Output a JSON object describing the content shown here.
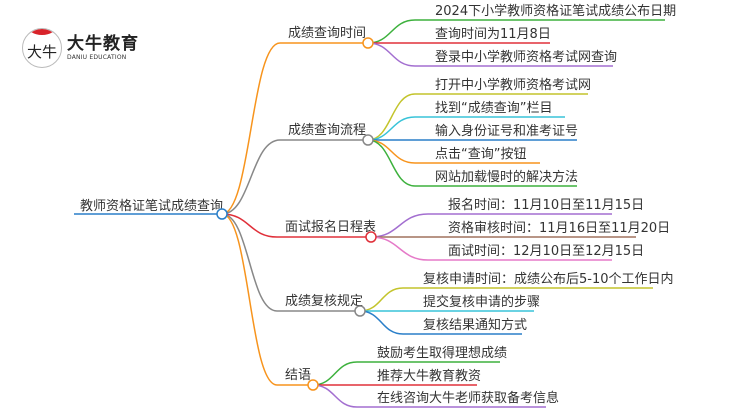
{
  "logo": {
    "mark": "大牛",
    "name_cn": "大牛教育",
    "name_en": "DANIU EDUCATION"
  },
  "root": {
    "label": "教师资格证笔试成绩查询",
    "color": "#2a7fc9"
  },
  "branches": [
    {
      "label": "成绩查询时间",
      "color": "#f7941d",
      "children": [
        {
          "label": "2024下小学教师资格证笔试成绩公布日期",
          "color": "#3db13d"
        },
        {
          "label": "查询时间为11月8日",
          "color": "#e0303a"
        },
        {
          "label": "登录中小学教师资格考试网查询",
          "color": "#a36fd0"
        }
      ]
    },
    {
      "label": "成绩查询流程",
      "color": "#888888",
      "children": [
        {
          "label": "打开中小学教师资格考试网",
          "color": "#c3c42c"
        },
        {
          "label": "找到“成绩查询”栏目",
          "color": "#38c3d8"
        },
        {
          "label": "输入身份证号和准考证号",
          "color": "#2a7fc9"
        },
        {
          "label": "点击“查询”按钮",
          "color": "#f7941d"
        },
        {
          "label": "网站加载慢时的解决方法",
          "color": "#3db13d"
        }
      ]
    },
    {
      "label": "面试报名日程表",
      "color": "#e0303a",
      "children": [
        {
          "label": "报名时间：11月10日至11月15日",
          "color": "#a36fd0"
        },
        {
          "label": "资格审核时间：11月16日至11月20日",
          "color": "#a0725e"
        },
        {
          "label": "面试时间：12月10日至12月15日",
          "color": "#e57ac8"
        }
      ]
    },
    {
      "label": "成绩复核规定",
      "color": "#888888",
      "children": [
        {
          "label": "复核申请时间：成绩公布后5-10个工作日内",
          "color": "#c3c42c"
        },
        {
          "label": "提交复核申请的步骤",
          "color": "#38c3d8"
        },
        {
          "label": "复核结果通知方式",
          "color": "#2a7fc9"
        }
      ]
    },
    {
      "label": "结语",
      "color": "#f7941d",
      "children": [
        {
          "label": "鼓励考生取得理想成绩",
          "color": "#3db13d"
        },
        {
          "label": "推荐大牛教育教资",
          "color": "#e0303a"
        },
        {
          "label": "在线咨询大牛老师获取备考信息",
          "color": "#a36fd0"
        }
      ]
    }
  ]
}
